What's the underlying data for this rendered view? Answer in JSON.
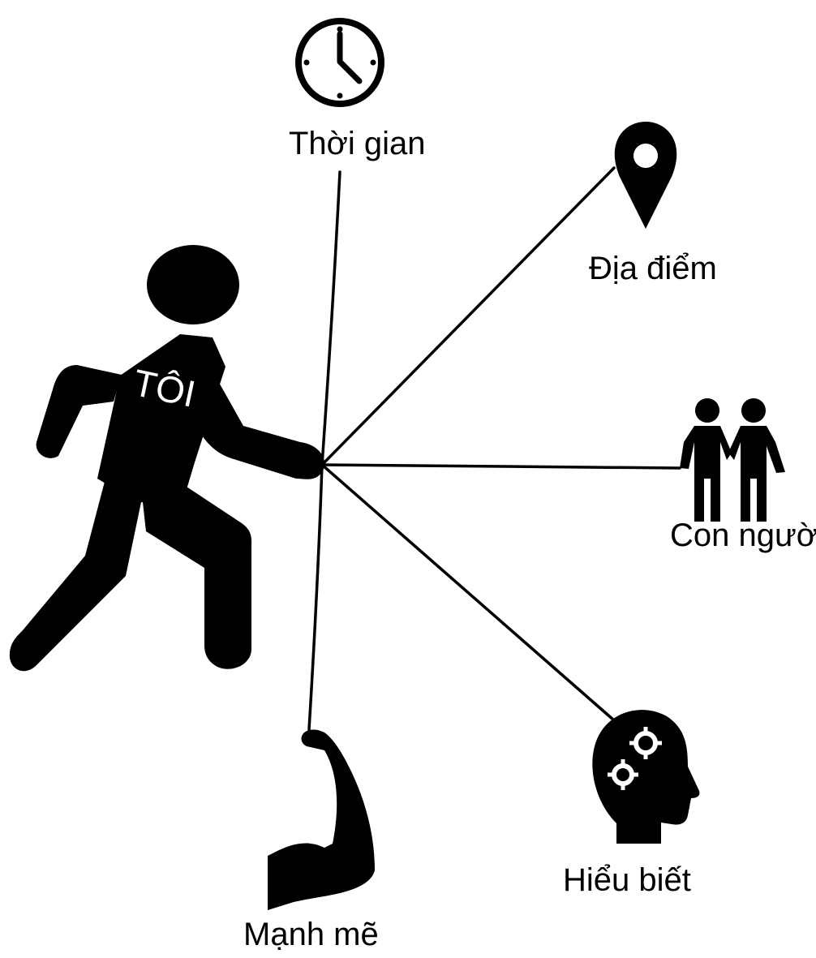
{
  "colors": {
    "ink": "#000000",
    "background": "#ffffff",
    "figure_label": "#ffffff"
  },
  "center": {
    "label": "TÔI",
    "icon": "running-person-icon"
  },
  "nodes": [
    {
      "id": "time",
      "label": "Thời gian",
      "icon": "clock-icon"
    },
    {
      "id": "place",
      "label": "Địa điểm",
      "icon": "map-pin-icon"
    },
    {
      "id": "people",
      "label": "Con người",
      "icon": "two-people-icon"
    },
    {
      "id": "know",
      "label": "Hiểu biết",
      "icon": "head-gears-icon"
    },
    {
      "id": "power",
      "label": "Mạnh mẽ",
      "icon": "flexed-arm-icon"
    }
  ]
}
